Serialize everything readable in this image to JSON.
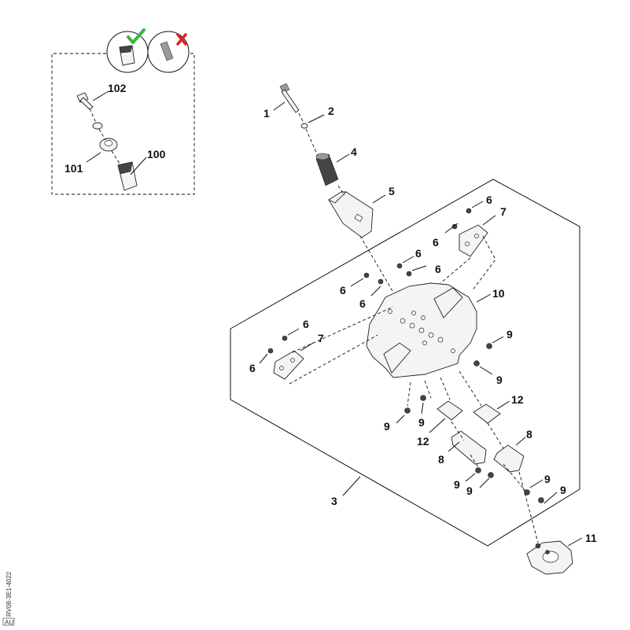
{
  "labels": {
    "p1": "1",
    "p2": "2",
    "p3": "3",
    "p4": "4",
    "p5": "5",
    "p6": "6",
    "p7": "7",
    "p8": "8",
    "p9": "9",
    "p10": "10",
    "p11": "11",
    "p12": "12",
    "p100": "100",
    "p101": "101",
    "p102": "102"
  },
  "inset": {
    "correct_icon": "check-icon",
    "incorrect_icon": "cross-icon",
    "correct_color": "#3cb53c",
    "incorrect_color": "#e02020"
  },
  "figure_code": "RV08-3E1-4022",
  "figure_badge": "AU"
}
